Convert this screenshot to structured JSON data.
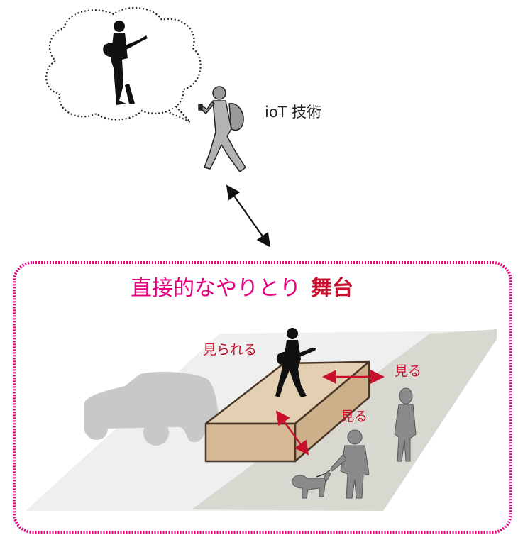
{
  "labels": {
    "iot_tech": "ioT 技術",
    "stage_title": "直接的なやりとり",
    "stage_word": "舞台",
    "seen": "見られる",
    "look_right": "見る",
    "look_mid": "見る"
  },
  "colors": {
    "frame": "#e6007e",
    "accent_red": "#c8102e",
    "road_light": "#efefef",
    "sidewalk": "#d9d8d0",
    "stage_box": "#d9c2a3",
    "stage_edge": "#4a3426",
    "car": "#c8c8c8",
    "people": "#8a8a8a",
    "silhouette": "#111111"
  },
  "icons": [
    "thought-bubble-icon",
    "guitarist-silhouette-icon",
    "walking-person-with-phone-icon",
    "car-silhouette-icon",
    "standing-woman-icon",
    "man-walking-dog-icon",
    "dog-icon"
  ]
}
